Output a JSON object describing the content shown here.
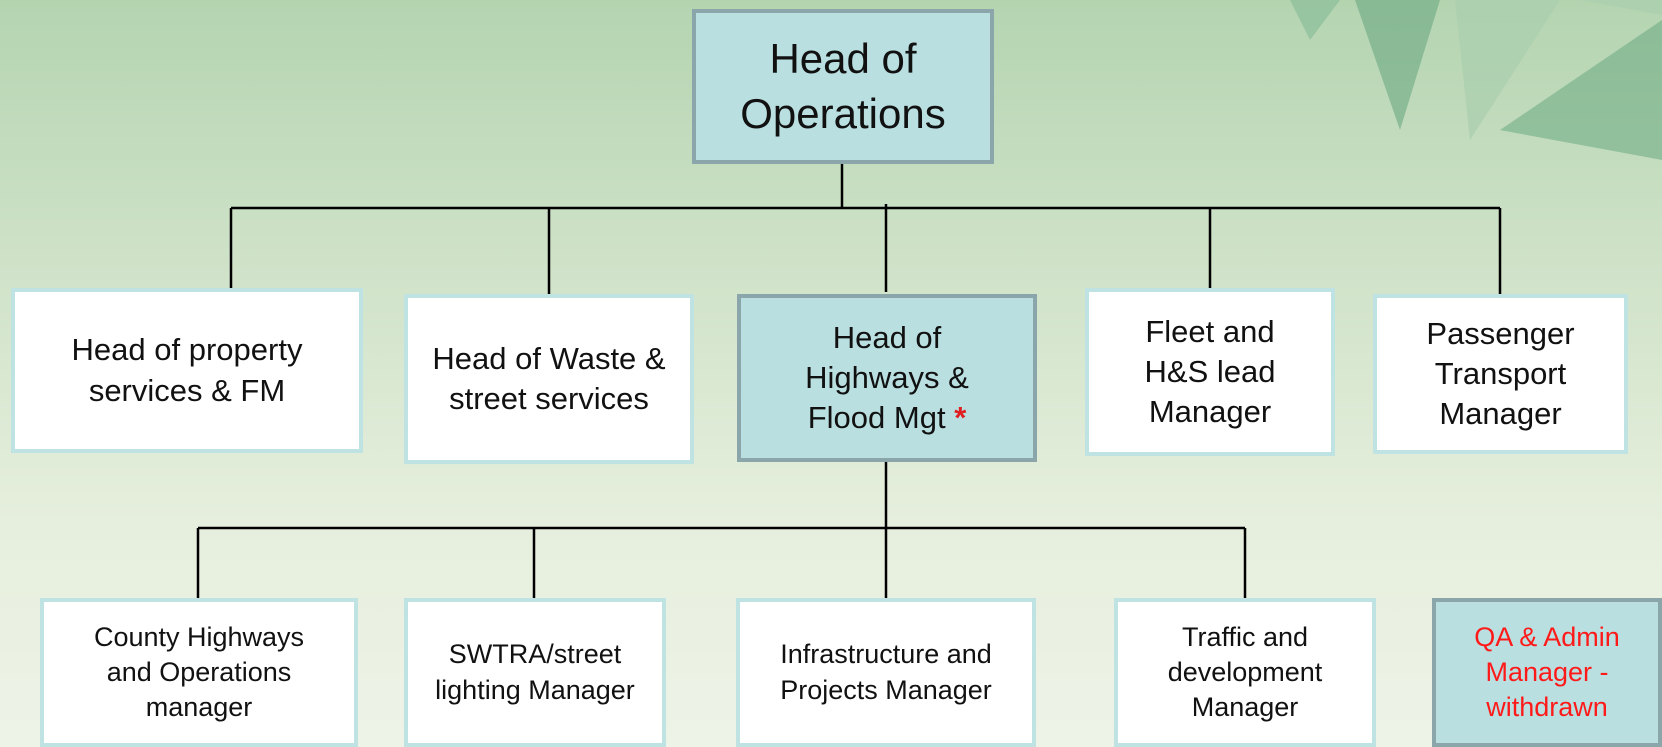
{
  "top": {
    "label_line1": "Head of",
    "label_line2": "Operations"
  },
  "level2": [
    {
      "label": "Head of property services & FM"
    },
    {
      "label": "Head of Waste & street services"
    },
    {
      "label": "Head of Highways & Flood Mgt",
      "marker": "*"
    },
    {
      "label": "Fleet and H&S lead Manager"
    },
    {
      "label": "Passenger Transport Manager"
    }
  ],
  "level3": [
    {
      "label": "County Highways and Operations manager"
    },
    {
      "label": "SWTRA/street lighting Manager"
    },
    {
      "label": "Infrastructure and Projects Manager"
    },
    {
      "label": "Traffic and development Manager"
    },
    {
      "label": "QA & Admin Manager - withdrawn"
    }
  ],
  "colors": {
    "box_fill_white": "#ffffff",
    "box_fill_teal": "#b9dfe1",
    "withdrawn_text": "#ff1a1a",
    "marker": "#e02020",
    "connector": "#000000"
  }
}
